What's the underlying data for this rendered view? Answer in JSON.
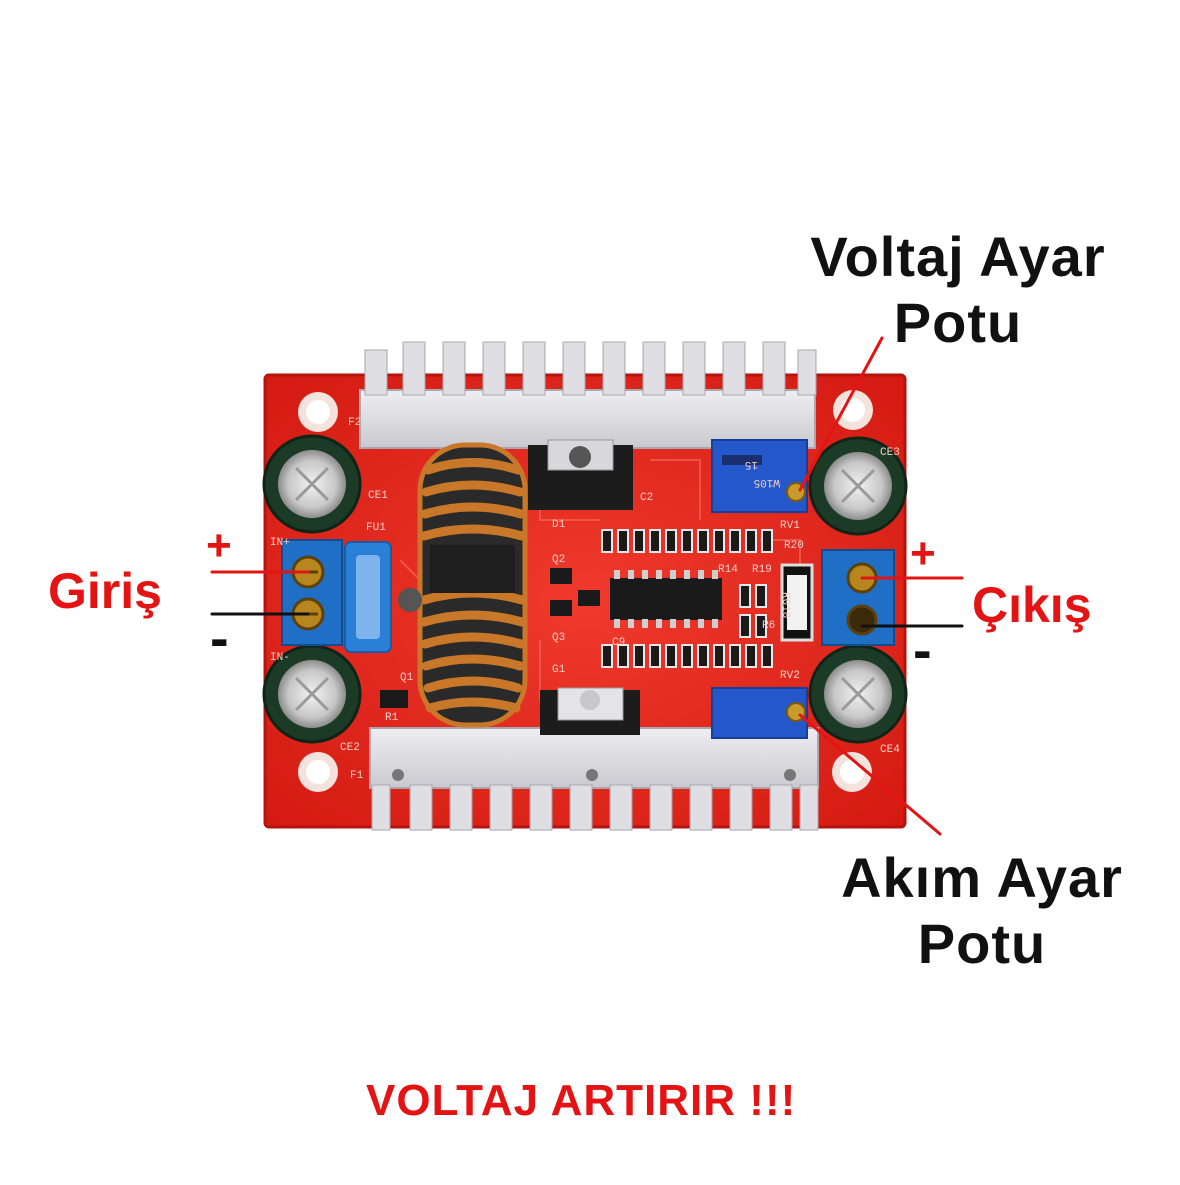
{
  "labels": {
    "voltage_pot": [
      "Voltaj Ayar",
      "Potu"
    ],
    "current_pot": [
      "Akım Ayar",
      "Potu"
    ],
    "input": "Giriş",
    "output": "Çıkış",
    "input_plus": "+",
    "input_minus": "-",
    "output_plus": "+",
    "output_minus": "-",
    "banner": "VOLTAJ ARTIRIR !!!"
  },
  "board": {
    "silkscreen": [
      "F2",
      "CE1",
      "FU1",
      "IN+",
      "IN-",
      "CE2",
      "F1",
      "R1",
      "Q1",
      "D1",
      "C2",
      "Q2",
      "Q3",
      "G1",
      "C9",
      "R14",
      "R19",
      "R6",
      "R20",
      "R010",
      "RV1",
      "RV2",
      "CE3",
      "CE4",
      "W105",
      "15"
    ]
  },
  "colors": {
    "pcb": "#e8261e",
    "label_red": "#e41414",
    "label_black": "#111111",
    "heatsink": "#d9d9de",
    "terminal": "#1f6fc7",
    "trimmer": "#2457c9",
    "copper": "#c9782a"
  }
}
